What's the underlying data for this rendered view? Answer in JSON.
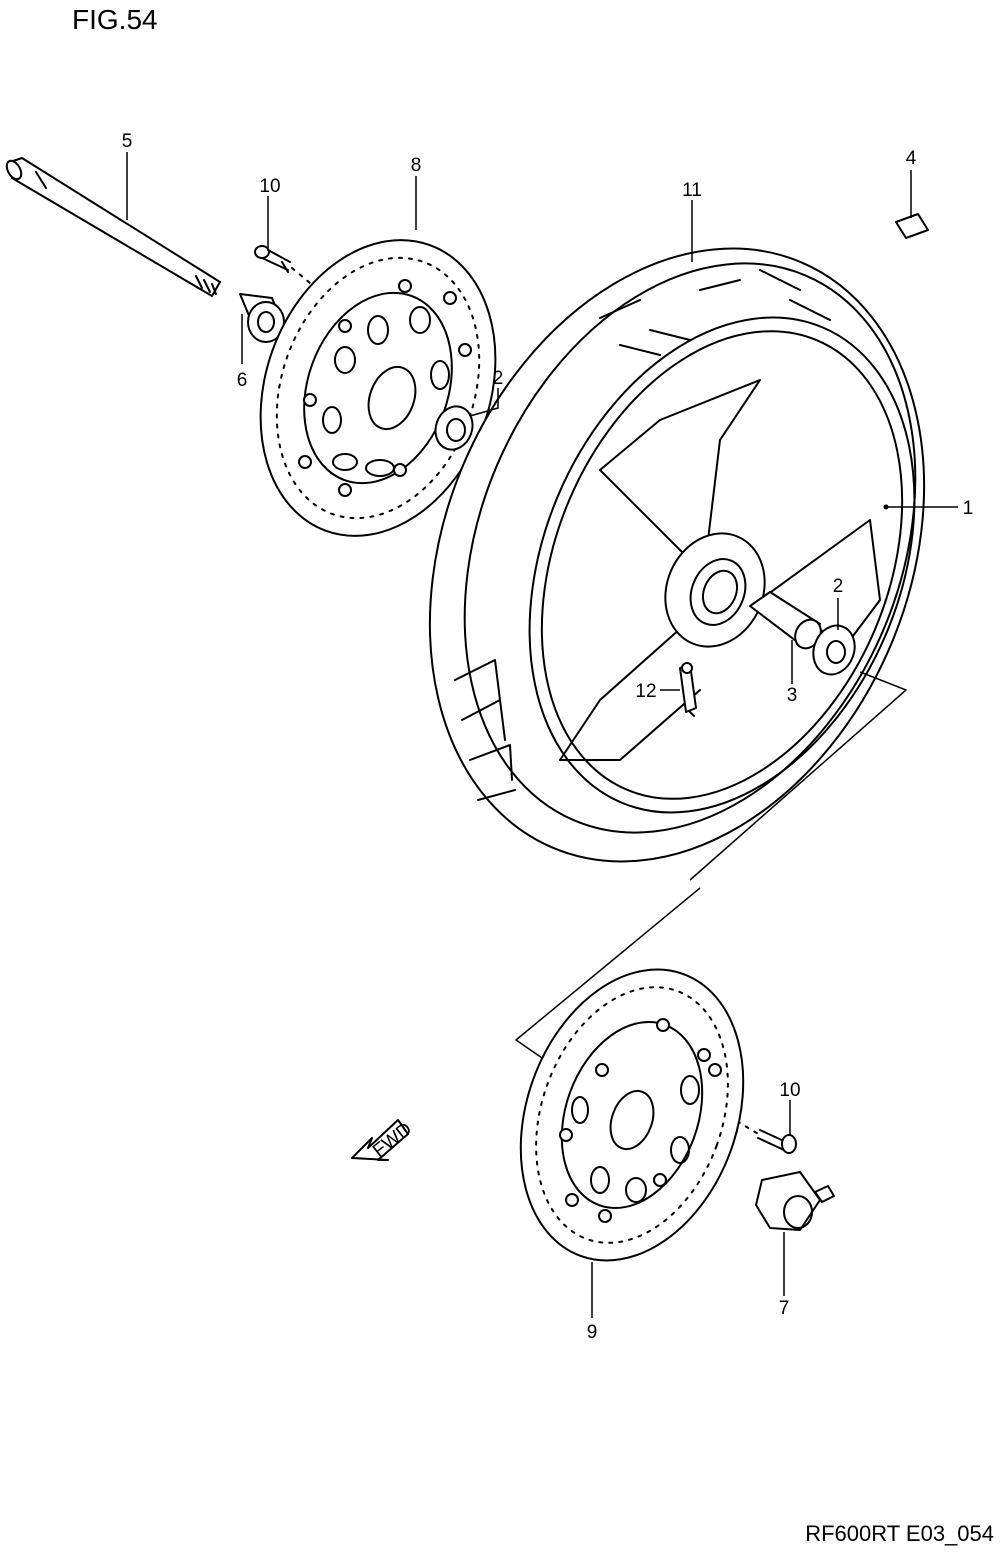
{
  "figure": {
    "title": "FIG.54",
    "code": "RF600RT E03_054"
  },
  "callouts": [
    {
      "id": "c1",
      "number": "1",
      "part": "wheel"
    },
    {
      "id": "c2a",
      "number": "2",
      "part": "bearing"
    },
    {
      "id": "c2b",
      "number": "2",
      "part": "bearing"
    },
    {
      "id": "c3",
      "number": "3",
      "part": "spacer"
    },
    {
      "id": "c4",
      "number": "4",
      "part": "balancer"
    },
    {
      "id": "c5",
      "number": "5",
      "part": "axle"
    },
    {
      "id": "c6",
      "number": "6",
      "part": "spacer"
    },
    {
      "id": "c7",
      "number": "7",
      "part": "speedometer-gearbox"
    },
    {
      "id": "c8",
      "number": "8",
      "part": "brake-disc"
    },
    {
      "id": "c9",
      "number": "9",
      "part": "brake-disc"
    },
    {
      "id": "c10a",
      "number": "10",
      "part": "bolt"
    },
    {
      "id": "c10b",
      "number": "10",
      "part": "bolt"
    },
    {
      "id": "c11",
      "number": "11",
      "part": "tire"
    },
    {
      "id": "c12",
      "number": "12",
      "part": "valve"
    }
  ],
  "fwd_marker": {
    "text": "FWD",
    "icon": "fwd-arrow-icon"
  }
}
